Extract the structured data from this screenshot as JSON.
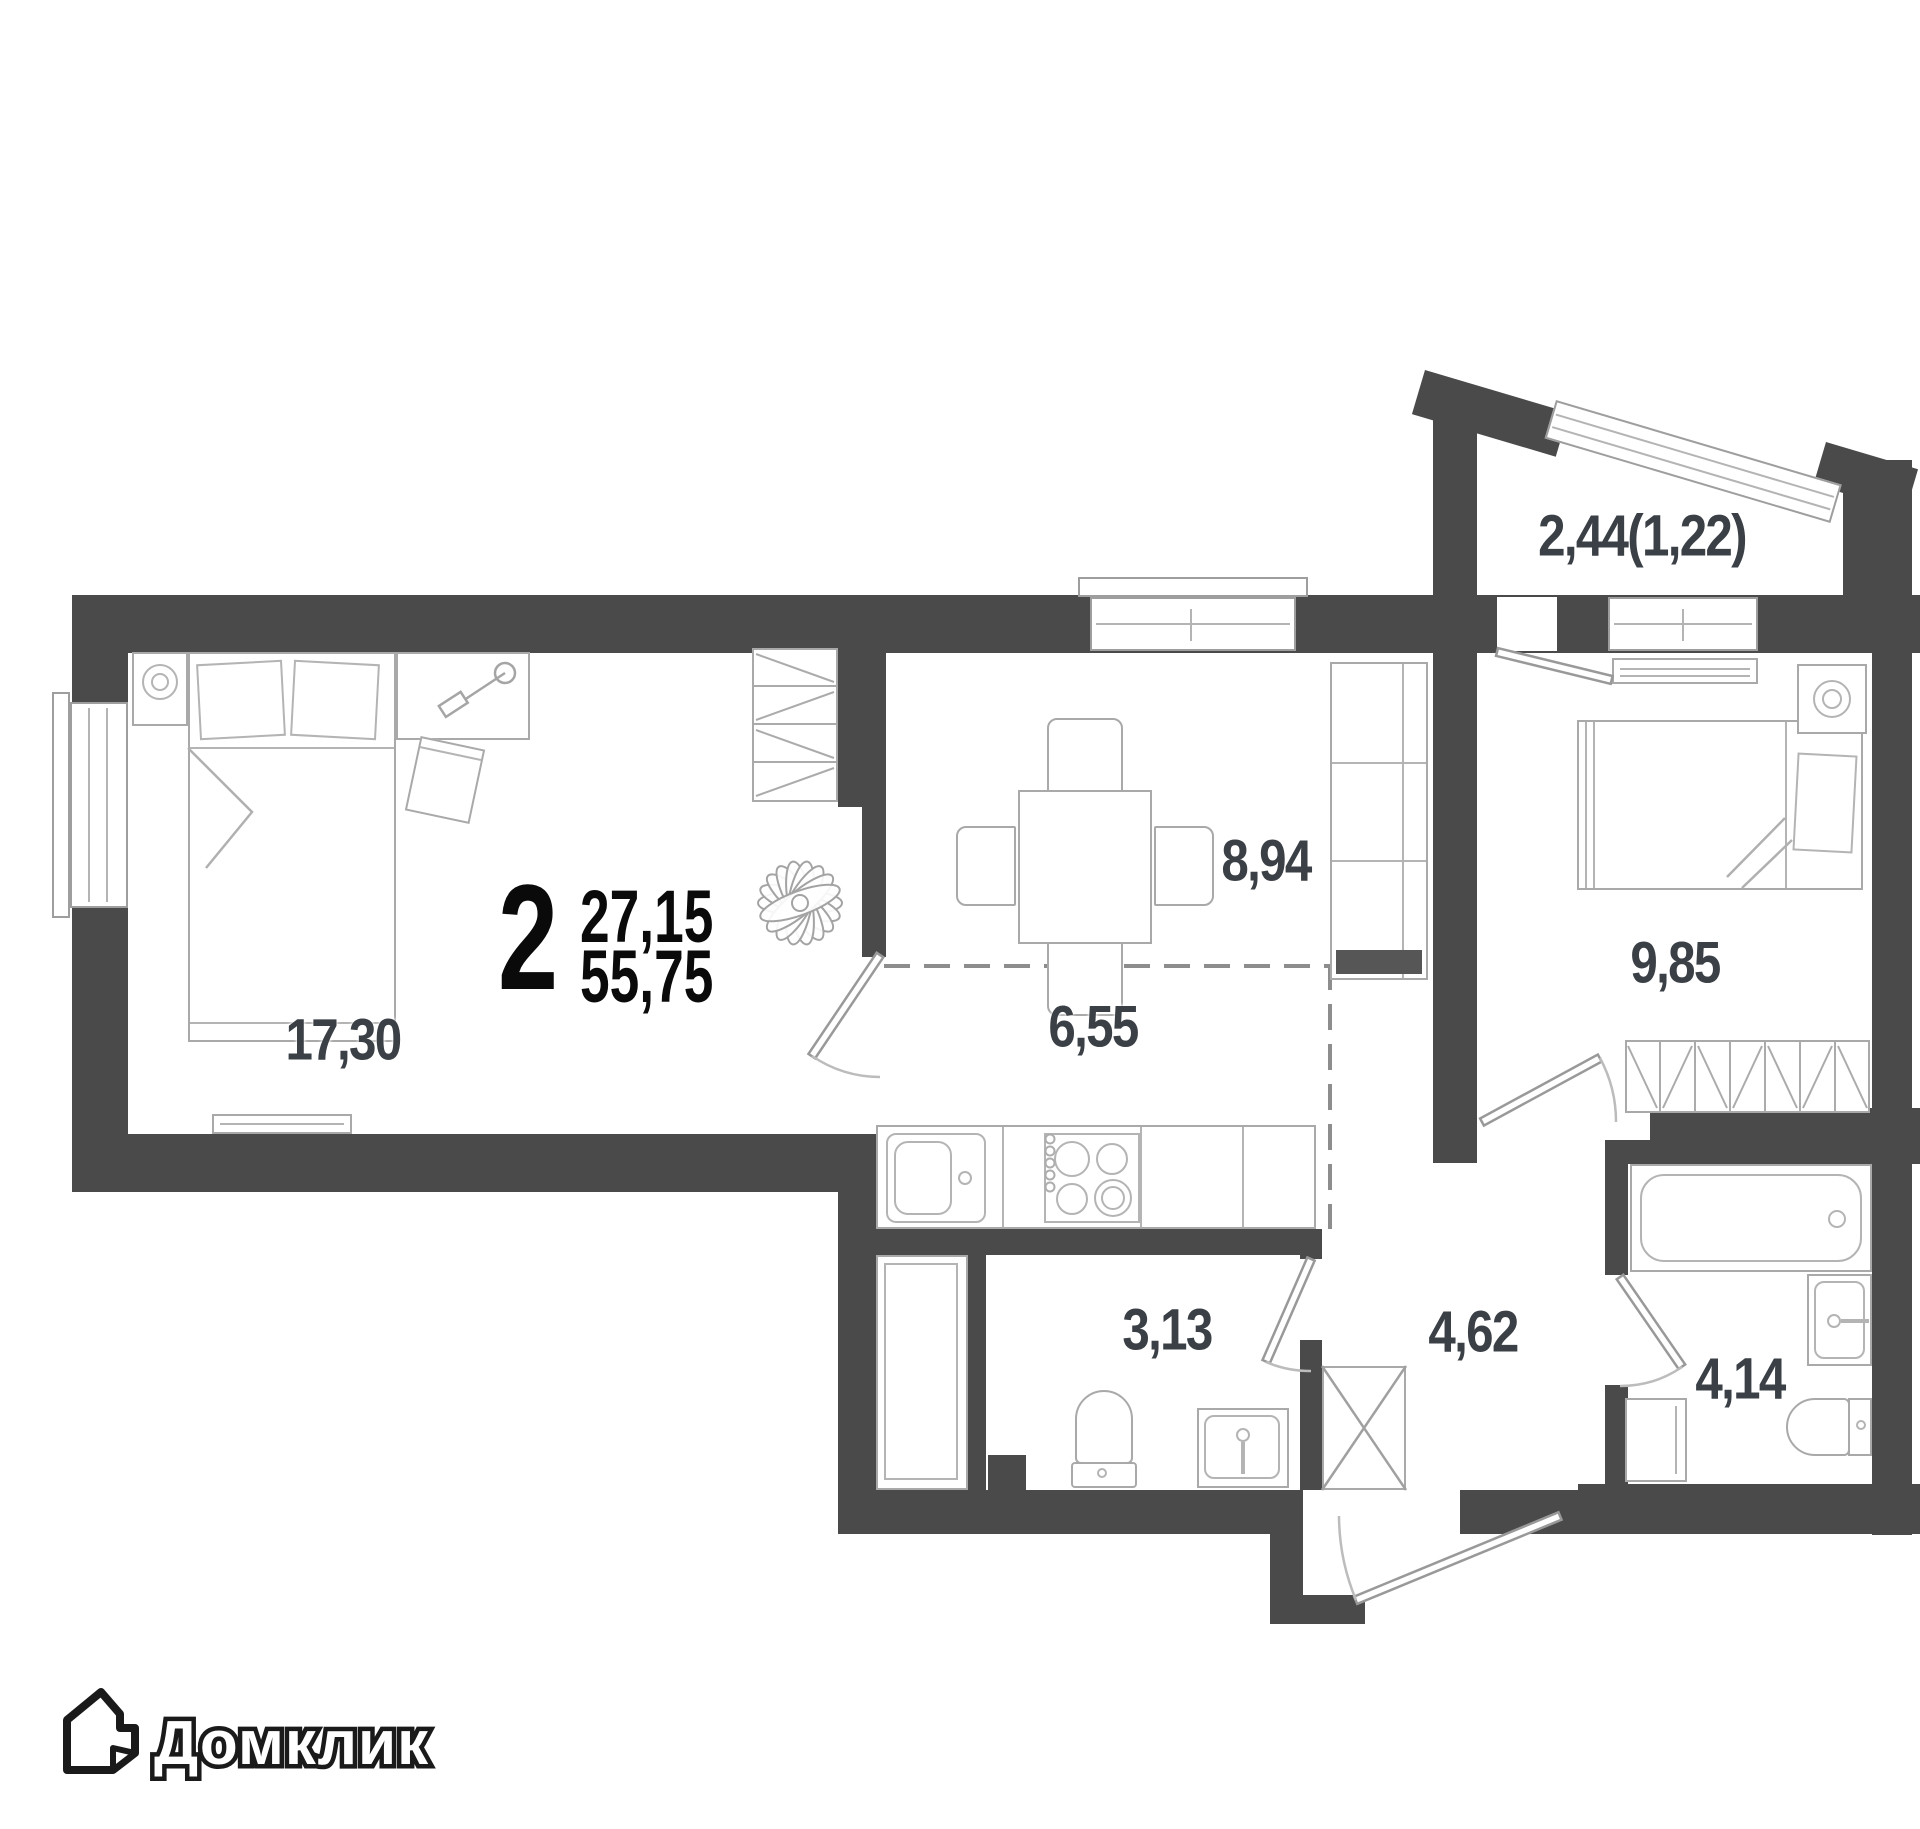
{
  "plan": {
    "rooms_count_label": "2",
    "living_area": "27,15",
    "total_area": "55,75",
    "room_areas": {
      "bedroom_main": "17,30",
      "kitchen_dining": "8,94",
      "kitchen_zone": "6,55",
      "bedroom_second": "9,85",
      "balcony": "2,44(1,22)",
      "wc_small": "3,13",
      "hallway": "4,62",
      "bathroom": "4,14"
    }
  },
  "branding": {
    "logo_text": "Домклик"
  },
  "colors": {
    "wall": "#4a4a4a",
    "furniture_line": "#a9a9a9",
    "room_label": "#3a4046",
    "summary_label": "#0a0a0a",
    "background": "#ffffff"
  }
}
